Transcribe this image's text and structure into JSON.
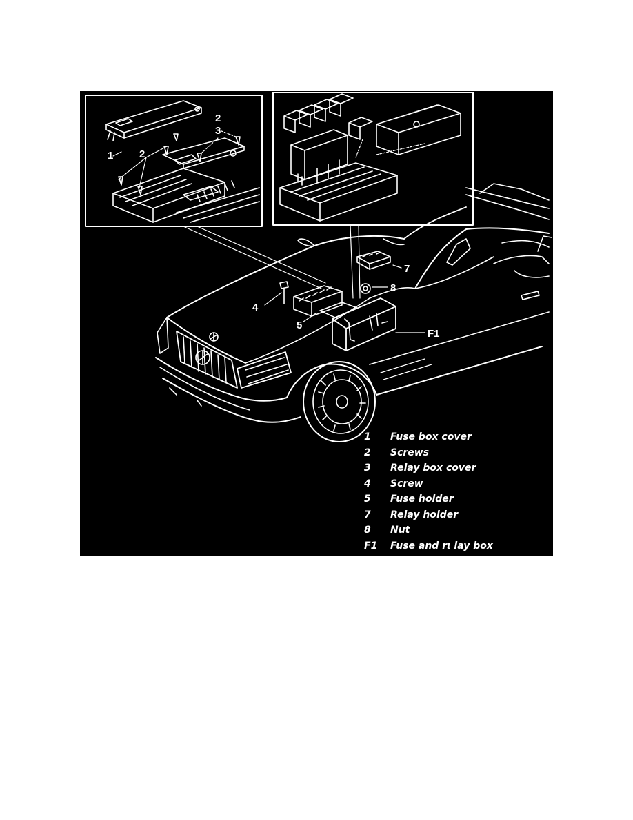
{
  "callouts": {
    "fuse_box_cover": "1",
    "screws_a": "2",
    "screws_b": "2",
    "relay_box_cover": "3",
    "screw": "4",
    "fuse_holder": "5",
    "relay_holder": "7",
    "nut": "8",
    "fuse_relay_box": "F1"
  },
  "legend": [
    {
      "key": "1",
      "text": "Fuse box cover"
    },
    {
      "key": "2",
      "text": "Screws"
    },
    {
      "key": "3",
      "text": "Relay box cover"
    },
    {
      "key": "4",
      "text": "Screw"
    },
    {
      "key": "5",
      "text": "Fuse holder"
    },
    {
      "key": "7",
      "text": "Relay holder"
    },
    {
      "key": "8",
      "text": "Nut"
    },
    {
      "key": "F1",
      "text": "Fuse and rι lay box"
    }
  ],
  "colors": {
    "background": "#000000",
    "linework": "#ffffff",
    "page": "#ffffff"
  }
}
